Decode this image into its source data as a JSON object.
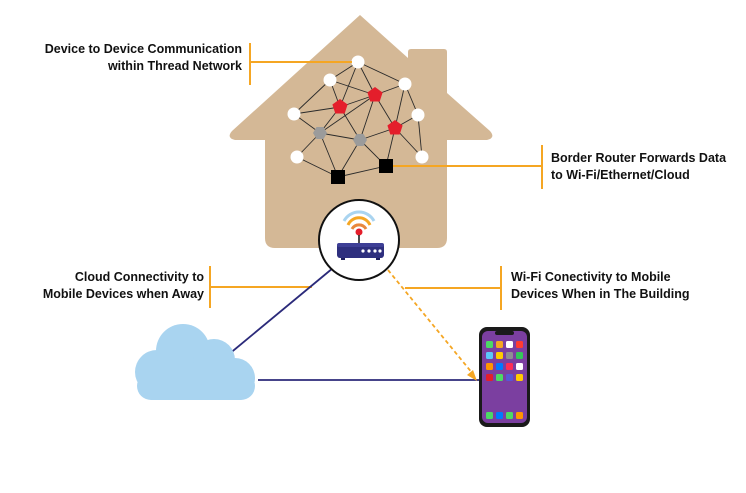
{
  "labels": {
    "thread_network": [
      "Device to Device Communication",
      "within Thread Network"
    ],
    "border_router": [
      "Border Router Forwards Data",
      "to Wi-Fi/Ethernet/Cloud"
    ],
    "cloud_connectivity": [
      "Cloud Connectivity to",
      "Mobile Devices when Away"
    ],
    "wifi_connectivity": [
      "Wi-Fi Conectivity to Mobile",
      "Devices When in The Building"
    ]
  },
  "colors": {
    "house": "#d4b896",
    "leader_line": "#f5a623",
    "link_line": "#2b2a7a",
    "cloud": "#a9d4f0",
    "router_device": "#2e2f7e",
    "end_node": "#ffffff",
    "router_node": "#e41e2b",
    "reed_node": "#9b9b9b",
    "border_router_node": "#000000",
    "phone_screen": "#7b3fa0"
  },
  "icons": {
    "house": "house-icon",
    "router": "wifi-router-icon",
    "cloud": "cloud-icon",
    "phone": "smartphone-icon"
  }
}
